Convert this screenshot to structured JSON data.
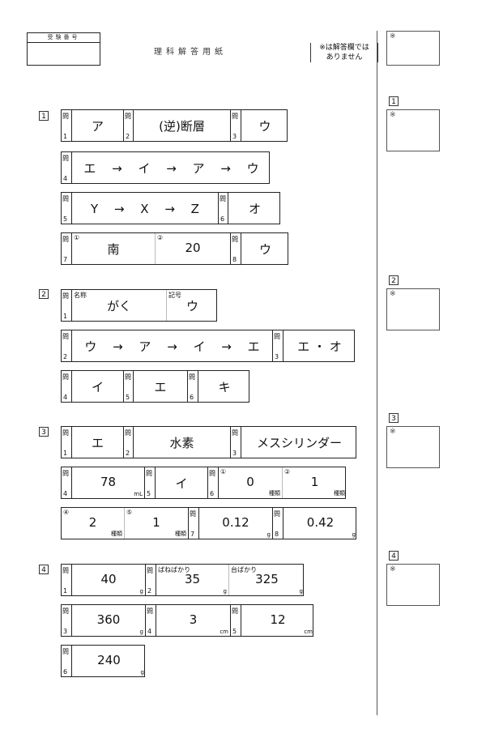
{
  "header": {
    "exam_number_label": "受験番号",
    "title": "理科解答用紙",
    "note_line1": "※は解答欄では",
    "note_line2": "ありません",
    "score_mark": "※"
  },
  "sections": [
    {
      "number": "1",
      "score_mark": "※",
      "rows": [
        [
          {
            "q": "1"
          },
          {
            "value": "ア"
          },
          {
            "q": "2"
          },
          {
            "value": "(逆)断層"
          },
          {
            "q": "3"
          },
          {
            "value": "ウ"
          }
        ],
        [
          {
            "q": "4"
          },
          {
            "value": "エ　 →　 イ　 →　 ア　 →　 ウ"
          }
        ],
        [
          {
            "q": "5"
          },
          {
            "value": "Y　 →　 X　 →　 Z"
          },
          {
            "q": "6"
          },
          {
            "value": "オ"
          }
        ],
        [
          {
            "q": "7"
          },
          {
            "sub": "①",
            "value": "南"
          },
          {
            "sub": "②",
            "value": "20"
          },
          {
            "q": "8"
          },
          {
            "value": "ウ"
          }
        ]
      ]
    },
    {
      "number": "2",
      "score_mark": "※",
      "rows": [
        [
          {
            "q": "1"
          },
          {
            "sub": "名称",
            "value": "がく"
          },
          {
            "sub": "記号",
            "value": "ウ"
          }
        ],
        [
          {
            "q": "2"
          },
          {
            "value": "ウ　 →　 ア　 →　 イ　 →　 エ"
          },
          {
            "q": "3"
          },
          {
            "value": "エ ・ オ"
          }
        ],
        [
          {
            "q": "4"
          },
          {
            "value": "イ"
          },
          {
            "q": "5"
          },
          {
            "value": "エ"
          },
          {
            "q": "6"
          },
          {
            "value": "キ"
          }
        ]
      ]
    },
    {
      "number": "3",
      "score_mark": "※",
      "rows": [
        [
          {
            "q": "1"
          },
          {
            "value": "エ"
          },
          {
            "q": "2"
          },
          {
            "value": "水素"
          },
          {
            "q": "3"
          },
          {
            "value": "メスシリンダー"
          }
        ],
        [
          {
            "q": "4"
          },
          {
            "value": "78",
            "unit": "mL"
          },
          {
            "q": "5"
          },
          {
            "value": "イ"
          },
          {
            "q": "6"
          },
          {
            "sub": "①",
            "value": "0",
            "unit": "種類"
          },
          {
            "sub": "②",
            "value": "1",
            "unit": "種類"
          }
        ],
        [
          {
            "sub": "④",
            "value": "2",
            "unit": "種類"
          },
          {
            "sub": "⑤",
            "value": "1",
            "unit": "種類"
          },
          {
            "q": "7"
          },
          {
            "value": "0.12",
            "unit": "g"
          },
          {
            "q": "8"
          },
          {
            "value": "0.42",
            "unit": "g"
          }
        ]
      ]
    },
    {
      "number": "4",
      "score_mark": "※",
      "rows": [
        [
          {
            "q": "1"
          },
          {
            "value": "40",
            "unit": "g"
          },
          {
            "q": "2"
          },
          {
            "sub": "ばねばかり",
            "value": "35",
            "unit": "g"
          },
          {
            "sub": "台ばかり",
            "value": "325",
            "unit": "g"
          }
        ],
        [
          {
            "q": "3"
          },
          {
            "value": "360",
            "unit": "g"
          },
          {
            "q": "4"
          },
          {
            "value": "3",
            "unit": "cm"
          },
          {
            "q": "5"
          },
          {
            "value": "12",
            "unit": "cm"
          }
        ],
        [
          {
            "q": "6"
          },
          {
            "value": "240",
            "unit": "g"
          }
        ]
      ]
    }
  ],
  "question_prefix": "問"
}
